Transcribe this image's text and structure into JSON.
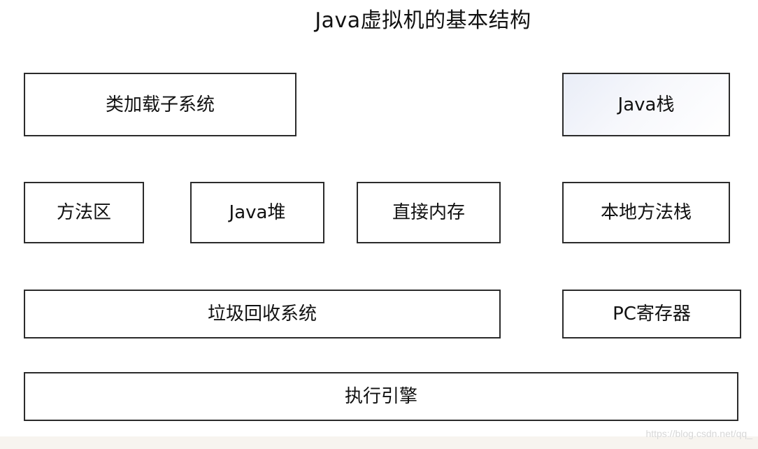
{
  "diagram": {
    "title": "Java虚拟机的基本结构",
    "boxes": {
      "class_loader": "类加载子系统",
      "java_stack": "Java栈",
      "method_area": "方法区",
      "java_heap": "Java堆",
      "direct_memory": "直接内存",
      "native_method_stack": "本地方法栈",
      "garbage_collection": "垃圾回收系统",
      "pc_register": "PC寄存器",
      "execution_engine": "执行引擎"
    }
  },
  "watermark": {
    "text": "https://blog.csdn.net/qq_"
  },
  "colors": {
    "border": "#2b2b2b",
    "title_text": "#111111",
    "java_stack_fill": "#e9edf7",
    "bottom_strip": "#f7f4ef",
    "watermark_text": "#d7d7d7"
  }
}
